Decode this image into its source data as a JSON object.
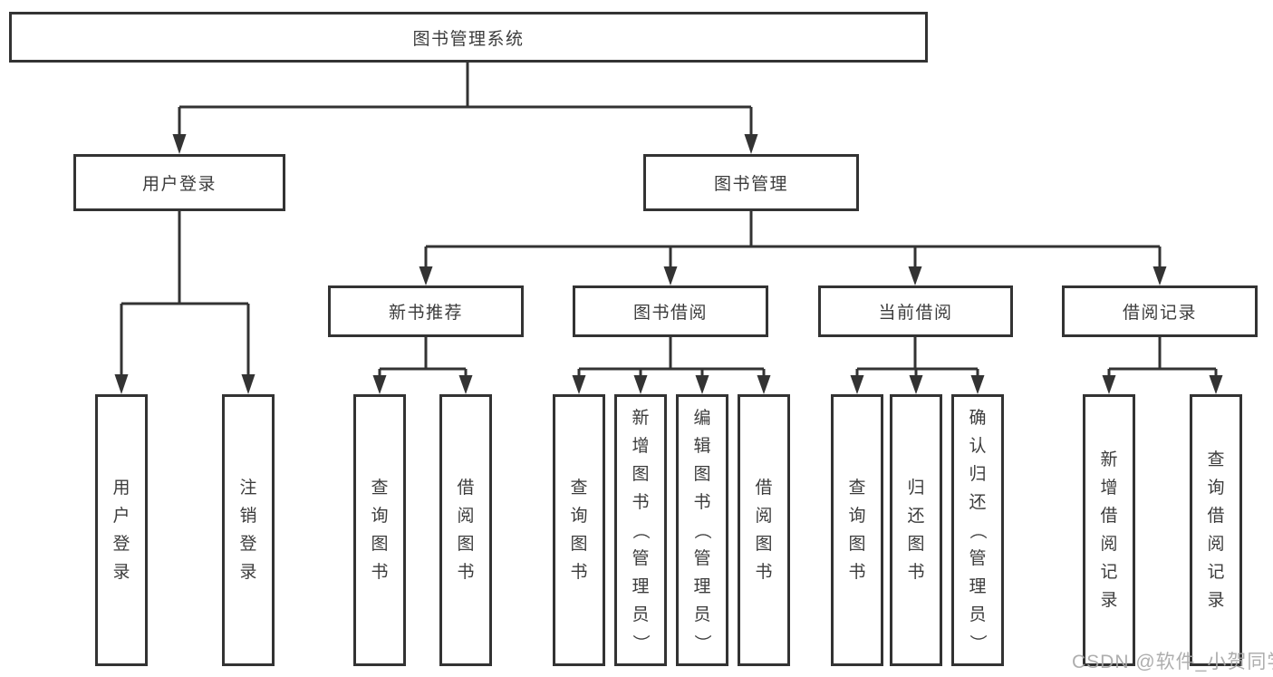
{
  "tree": {
    "label": "图书管理系统",
    "children": [
      {
        "label": "用户登录",
        "children": [
          {
            "label": "用户登录"
          },
          {
            "label": "注销登录"
          }
        ]
      },
      {
        "label": "图书管理",
        "children": [
          {
            "label": "新书推荐",
            "children": [
              {
                "label": "查询图书"
              },
              {
                "label": "借阅图书"
              }
            ]
          },
          {
            "label": "图书借阅",
            "children": [
              {
                "label": "查询图书"
              },
              {
                "label": "新增图书（管理员）"
              },
              {
                "label": "编辑图书（管理员）"
              },
              {
                "label": "借阅图书"
              }
            ]
          },
          {
            "label": "当前借阅",
            "children": [
              {
                "label": "查询图书"
              },
              {
                "label": "归还图书"
              },
              {
                "label": "确认归还（管理员）"
              }
            ]
          },
          {
            "label": "借阅记录",
            "children": [
              {
                "label": "新增借阅记录"
              },
              {
                "label": "查询借阅记录"
              }
            ]
          }
        ]
      }
    ]
  },
  "watermark": {
    "text": "CSDN @软件_小贺同学"
  },
  "colors": {
    "line": "#333333",
    "box_border": "#333333",
    "text": "#3c3c3c",
    "background": "#ffffff",
    "watermark": "#a8a8a8"
  }
}
